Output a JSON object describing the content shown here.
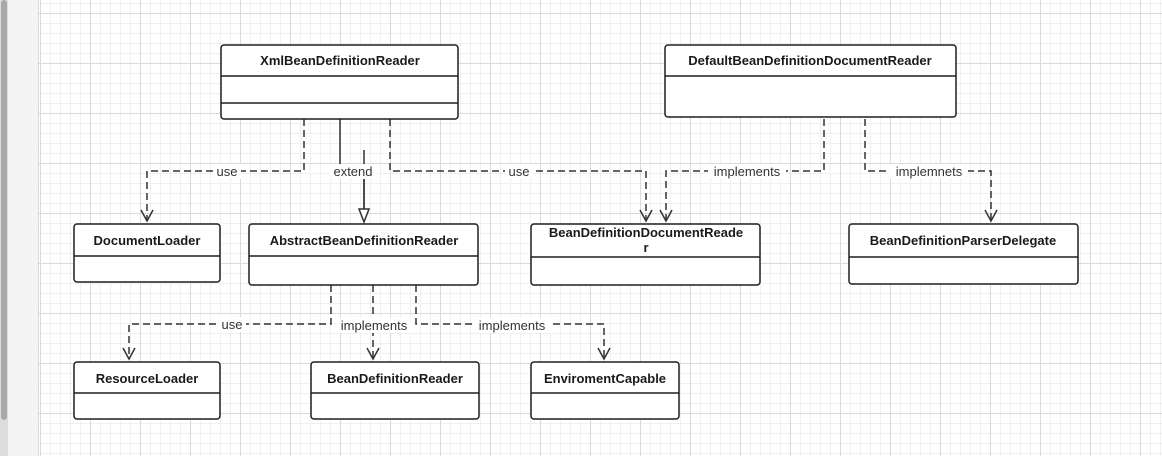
{
  "classes": {
    "xml_reader": {
      "name": "XmlBeanDefinitionReader"
    },
    "default_doc_reader": {
      "name": "DefaultBeanDefinitionDocumentReader"
    },
    "document_loader": {
      "name": "DocumentLoader"
    },
    "abstract_reader": {
      "name": "AbstractBeanDefinitionReader"
    },
    "doc_reader_iface_line1": {
      "name": "BeanDefinitionDocumentReade"
    },
    "doc_reader_iface_line2": {
      "name": "r"
    },
    "parser_delegate": {
      "name": "BeanDefinitionParserDelegate"
    },
    "resource_loader": {
      "name": "ResourceLoader"
    },
    "bean_def_reader": {
      "name": "BeanDefinitionReader"
    },
    "env_capable": {
      "name": "EnviromentCapable"
    }
  },
  "edges": {
    "xml_use_docloader": "use",
    "xml_extend_abstract": "extend",
    "xml_use_docreader": "use",
    "default_implements_docreader": "implements",
    "default_implmnets_delegate": "implemnets",
    "abstract_use_resource": "use",
    "abstract_implements_beanreader": "implements",
    "abstract_implements_env": "implements"
  }
}
